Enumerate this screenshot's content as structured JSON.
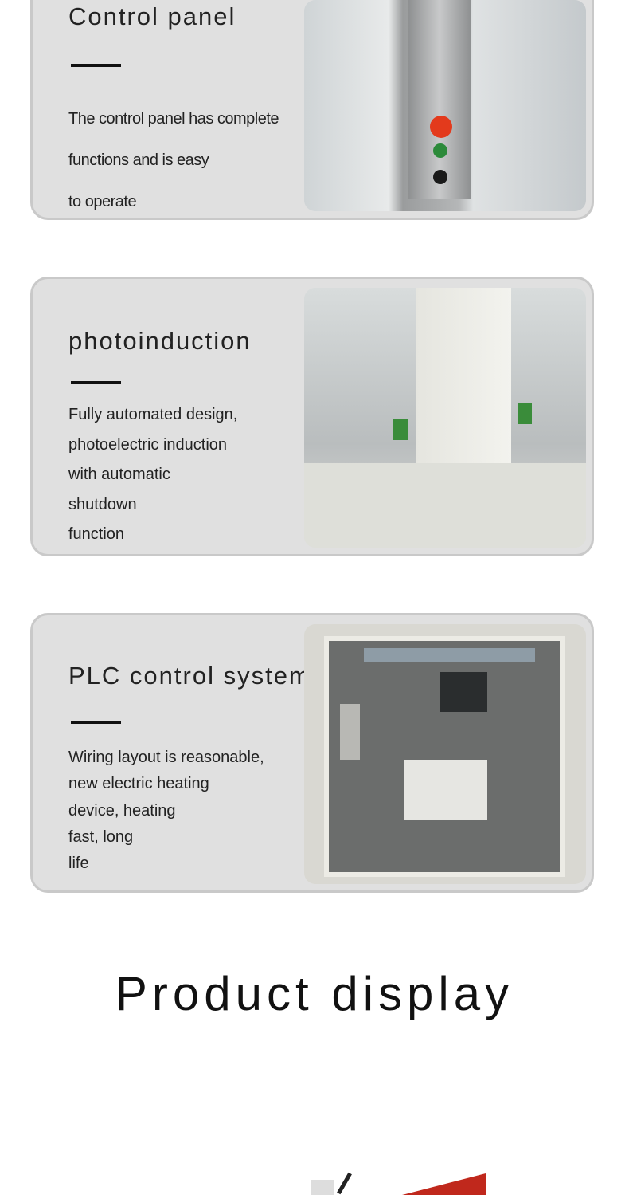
{
  "sections": [
    {
      "title": "Control panel",
      "lines": [
        "The control panel has complete",
        "functions and is easy",
        "to operate"
      ]
    },
    {
      "title": "photoinduction",
      "lines": [
        "Fully automated design,",
        "photoelectric induction",
        "with automatic",
        "shutdown",
        "function"
      ]
    },
    {
      "title": "PLC control system",
      "lines": [
        "Wiring layout is reasonable,",
        "new electric heating",
        "device, heating",
        "fast, long",
        "life"
      ]
    }
  ],
  "heading": "Product display"
}
